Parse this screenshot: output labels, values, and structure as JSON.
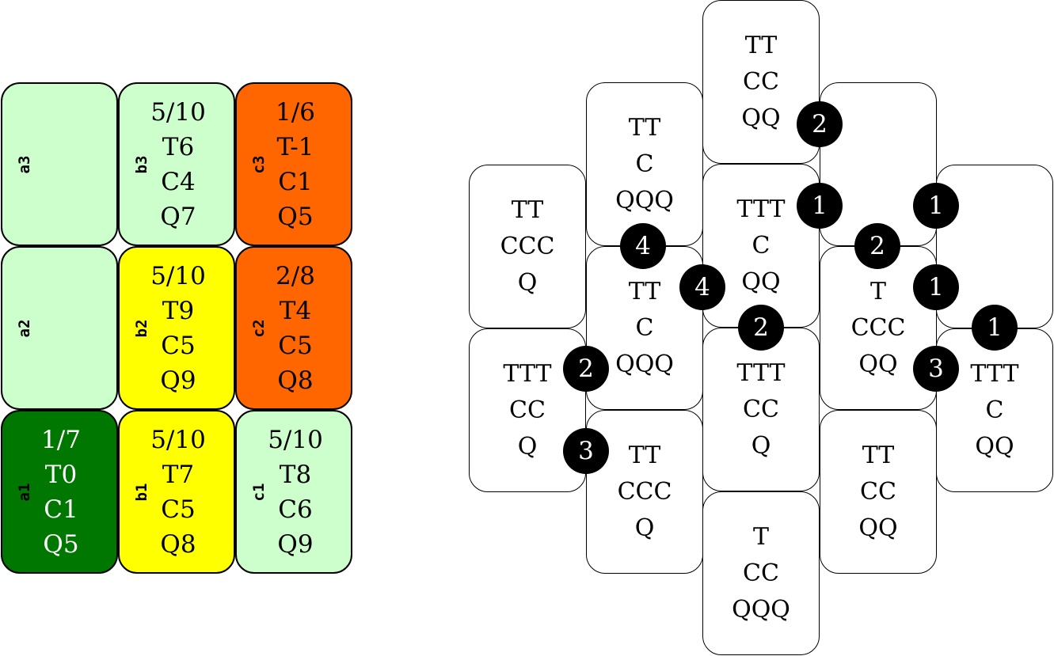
{
  "left_board": {
    "cells": [
      {
        "id": "a3",
        "label": "a3",
        "color": "#ccffcc",
        "text_color": "#000000",
        "lines": []
      },
      {
        "id": "b3",
        "label": "b3",
        "color": "#ccffcc",
        "text_color": "#000000",
        "lines": [
          "5/10",
          "T6",
          "C4",
          "Q7"
        ]
      },
      {
        "id": "c3",
        "label": "c3",
        "color": "#ff6600",
        "text_color": "#000000",
        "lines": [
          "1/6",
          "T-1",
          "C1",
          "Q5"
        ]
      },
      {
        "id": "a2",
        "label": "a2",
        "color": "#ccffcc",
        "text_color": "#000000",
        "lines": []
      },
      {
        "id": "b2",
        "label": "b2",
        "color": "#ffff00",
        "text_color": "#000000",
        "lines": [
          "5/10",
          "T9",
          "C5",
          "Q9"
        ]
      },
      {
        "id": "c2",
        "label": "c2",
        "color": "#ff6600",
        "text_color": "#000000",
        "lines": [
          "2/8",
          "T4",
          "C5",
          "Q8"
        ]
      },
      {
        "id": "a1",
        "label": "a1",
        "color": "#007700",
        "text_color": "#ffffff",
        "lines": [
          "1/7",
          "T0",
          "C1",
          "Q5"
        ]
      },
      {
        "id": "b1",
        "label": "b1",
        "color": "#ffff00",
        "text_color": "#000000",
        "lines": [
          "5/10",
          "T7",
          "C5",
          "Q8"
        ]
      },
      {
        "id": "c1",
        "label": "c1",
        "color": "#ccffcc",
        "text_color": "#000000",
        "lines": [
          "5/10",
          "T8",
          "C6",
          "Q9"
        ]
      }
    ]
  },
  "right_board": {
    "tiles": [
      {
        "col": 0,
        "row": 0,
        "lines": [
          "TT",
          "CCC",
          "Q"
        ]
      },
      {
        "col": 0,
        "row": 1,
        "lines": [
          "TTT",
          "CC",
          "Q"
        ]
      },
      {
        "col": 1,
        "row": 0,
        "lines": [
          "TT",
          "C",
          "QQQ"
        ]
      },
      {
        "col": 1,
        "row": 1,
        "lines": [
          "TT",
          "C",
          "QQQ"
        ]
      },
      {
        "col": 1,
        "row": 2,
        "lines": [
          "TT",
          "CCC",
          "Q"
        ]
      },
      {
        "col": 2,
        "row": 0,
        "lines": [
          "TT",
          "CC",
          "QQ"
        ]
      },
      {
        "col": 2,
        "row": 1,
        "lines": [
          "TTT",
          "C",
          "QQ"
        ]
      },
      {
        "col": 2,
        "row": 2,
        "lines": [
          "TTT",
          "CC",
          "Q"
        ]
      },
      {
        "col": 2,
        "row": 3,
        "lines": [
          "T",
          "CC",
          "QQQ"
        ]
      },
      {
        "col": 3,
        "row": 0,
        "lines": []
      },
      {
        "col": 3,
        "row": 1,
        "lines": [
          "T",
          "CCC",
          "QQ"
        ]
      },
      {
        "col": 3,
        "row": 2,
        "lines": [
          "TT",
          "CC",
          "QQ"
        ]
      },
      {
        "col": 4,
        "row": 0,
        "lines": []
      },
      {
        "col": 4,
        "row": 1,
        "lines": [
          "TTT",
          "C",
          "QQ"
        ]
      }
    ],
    "badges": [
      {
        "value": "2",
        "between": "c2r0-c3r0"
      },
      {
        "value": "1",
        "between": "c2r1-c3r0"
      },
      {
        "value": "1",
        "between": "c3r0-c4r0"
      },
      {
        "value": "2",
        "between": "c3r0-c3r1"
      },
      {
        "value": "1",
        "between": "c3r1-c4r0"
      },
      {
        "value": "1",
        "between": "c4r0-c4r1"
      },
      {
        "value": "4",
        "between": "c1r0-c1r1"
      },
      {
        "value": "4",
        "between": "c1r1-c2r1"
      },
      {
        "value": "2",
        "between": "c2r1-c2r2"
      },
      {
        "value": "2",
        "between": "c0r1-c1r1"
      },
      {
        "value": "3",
        "between": "c3r1-c4r1"
      },
      {
        "value": "3",
        "between": "c0r1-c1r2"
      }
    ]
  }
}
